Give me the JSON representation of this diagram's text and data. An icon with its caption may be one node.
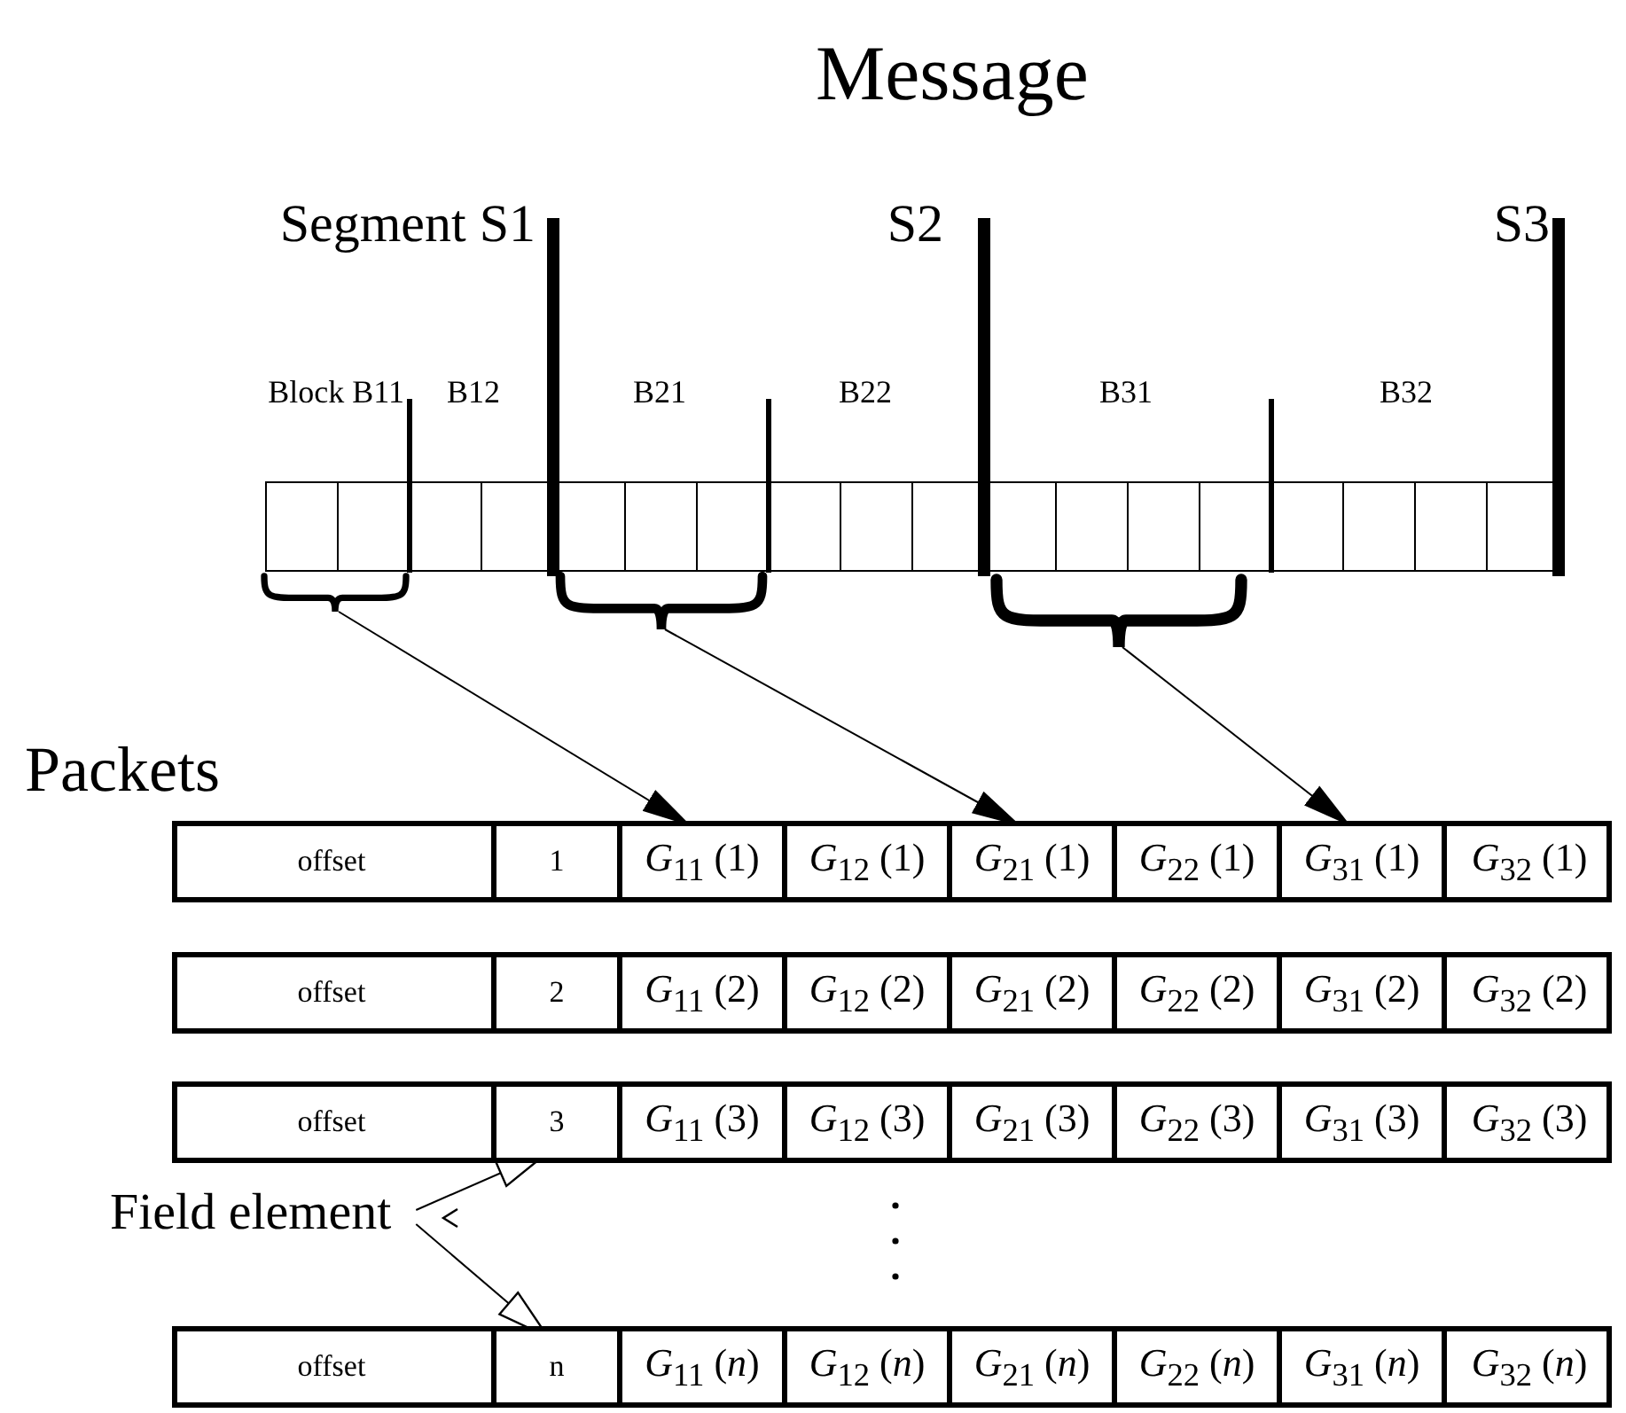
{
  "diagram": {
    "title": "Message",
    "nodes": [
      {
        "text": [],
        "shape": "brace"
      },
      {
        "text": [],
        "shape": "brace"
      },
      {
        "text": [],
        "shape": "brace"
      },
      {
        "text": [],
        "shape": "box"
      },
      {
        "text": [
          "offset"
        ],
        "in": 3
      },
      {
        "text": [
          "1"
        ],
        "in": 3
      },
      {
        "text": [
          "*G*$_{11}$ (1)"
        ],
        "in": 3
      },
      {
        "text": [
          "*G*$_{12}$ (1)"
        ],
        "in": 3
      },
      {
        "text": [
          "*G*$_{21}$ (1)"
        ],
        "in": 3
      },
      {
        "text": [
          "*G*$_{22}$ (1)"
        ],
        "in": 3
      },
      {
        "text": [
          "*G*$_{31}$ (1)"
        ],
        "in": 3
      },
      {
        "text": [
          "*G*$_{32}$ (1)"
        ],
        "in": 3
      },
      {
        "text": [],
        "shape": "box"
      },
      {
        "text": [
          "offset"
        ],
        "in": 12
      },
      {
        "text": [
          "2"
        ],
        "in": 12
      },
      {
        "text": [
          "*G*$_{11}$ (2)"
        ],
        "in": 12
      },
      {
        "text": [
          "*G*$_{12}$ (2)"
        ],
        "in": 12
      },
      {
        "text": [
          "*G*$_{21}$ (2)"
        ],
        "in": 12
      },
      {
        "text": [
          "*G*$_{22}$ (2)"
        ],
        "in": 12
      },
      {
        "text": [
          "*G*$_{31}$ (2)"
        ],
        "in": 12
      },
      {
        "text": [
          "*G*$_{32}$ (2)"
        ],
        "in": 12
      },
      {
        "text": [],
        "shape": "box"
      },
      {
        "text": [
          "offset"
        ],
        "in": 21
      },
      {
        "text": [
          "3"
        ],
        "in": 21
      },
      {
        "text": [
          "*G*$_{11}$ (3)"
        ],
        "in": 21
      },
      {
        "text": [
          "*G*$_{12}$ (3)"
        ],
        "in": 21
      },
      {
        "text": [
          "*G*$_{21}$ (3)"
        ],
        "in": 21
      },
      {
        "text": [
          "*G*$_{22}$ (3)"
        ],
        "in": 21
      },
      {
        "text": [
          "*G*$_{31}$ (3)"
        ],
        "in": 21
      },
      {
        "text": [
          "*G*$_{32}$ (3)"
        ],
        "in": 21
      },
      {
        "text": [
          "Field element"
        ]
      },
      {
        "text": [],
        "shape": "box"
      },
      {
        "text": [
          "offset"
        ],
        "in": 31
      },
      {
        "text": [
          "n"
        ],
        "in": 31
      },
      {
        "text": [
          "*G*$_{11}$ (*n*)"
        ],
        "in": 31
      },
      {
        "text": [
          "*G*$_{12}$ (*n*)"
        ],
        "in": 31
      },
      {
        "text": [
          "*G*$_{21}$ (*n*)"
        ],
        "in": 31
      },
      {
        "text": [
          "*G*$_{22}$ (*n*)"
        ],
        "in": 31
      },
      {
        "text": [
          "*G*$_{31}$ (*n*)"
        ],
        "in": 31
      },
      {
        "text": [
          "*G*$_{32}$ (*n*)"
        ],
        "in": 31
      }
    ],
    "edges": [
      {
        "from": 0,
        "to": 6,
        "arrow": "to"
      },
      {
        "from": 1,
        "to": 8,
        "arrow": "to"
      },
      {
        "from": 2,
        "to": 10,
        "arrow": "to"
      },
      {
        "from": 30,
        "to": 23,
        "arrow": "to"
      },
      {
        "from": 30,
        "to": 33,
        "arrow": "to"
      }
    ],
    "labels": [
      "Segment S1",
      "S2",
      "S3",
      "Block B11",
      "B12",
      "B21",
      "B22",
      "B31",
      "B32",
      "Packets"
    ]
  }
}
